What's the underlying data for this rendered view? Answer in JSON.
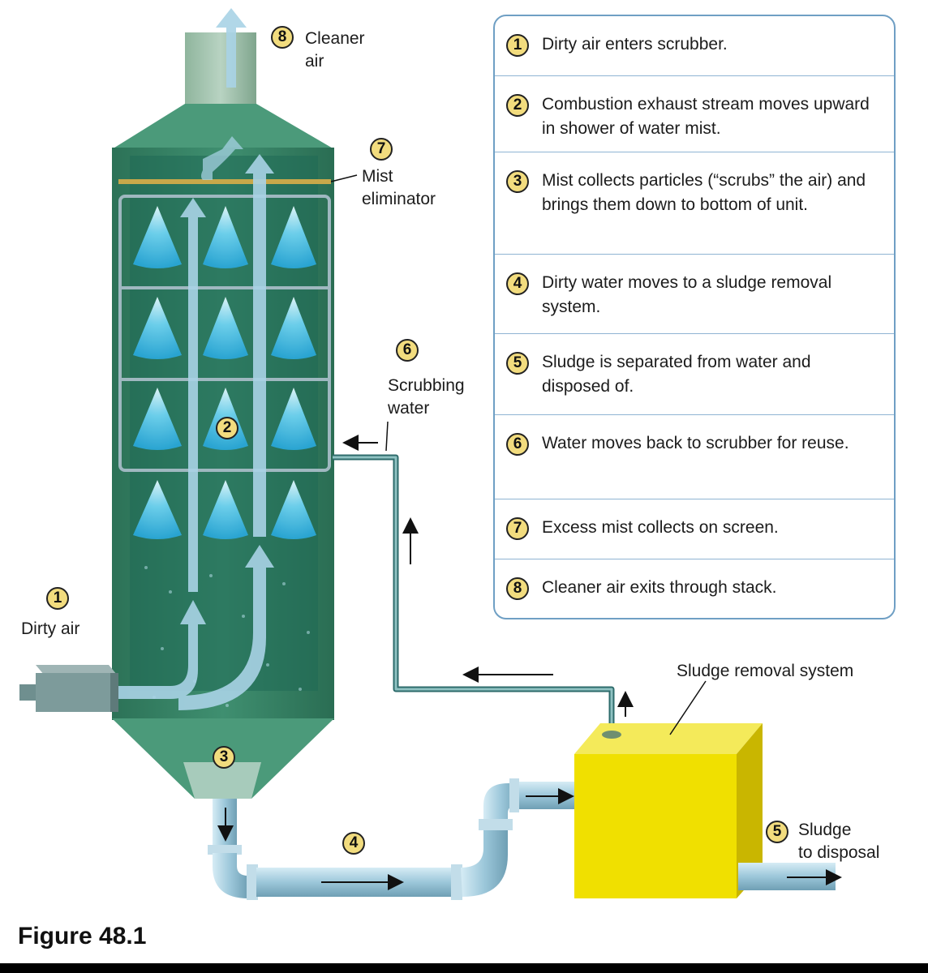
{
  "diagram": {
    "labels": {
      "cleaner_air": "Cleaner\nair",
      "mist_eliminator": "Mist\neliminator",
      "scrubbing_water": "Scrubbing\nwater",
      "dirty_air": "Dirty air",
      "sludge_removal_system": "Sludge removal system",
      "sludge_to_disposal": "Sludge\nto disposal"
    },
    "markers": {
      "m1": "1",
      "m2": "2",
      "m3": "3",
      "m4": "4",
      "m5": "5",
      "m6": "6",
      "m7": "7",
      "m8": "8"
    }
  },
  "legend": [
    {
      "num": "1",
      "text": "Dirty air enters scrubber."
    },
    {
      "num": "2",
      "text": "Combustion exhaust stream moves upward in shower of water mist."
    },
    {
      "num": "3",
      "text": "Mist collects particles (“scrubs” the air) and brings them down to bottom of unit."
    },
    {
      "num": "4",
      "text": "Dirty water moves to a sludge removal system."
    },
    {
      "num": "5",
      "text": "Sludge is separated from water and disposed of."
    },
    {
      "num": "6",
      "text": "Water moves back to scrubber for reuse."
    },
    {
      "num": "7",
      "text": "Excess mist collects on screen."
    },
    {
      "num": "8",
      "text": "Cleaner air exits through stack."
    }
  ],
  "caption": "Figure 48.1",
  "colors": {
    "tower": "#2f7a5e",
    "tower_dark": "#1e5a45",
    "mist": "#4fc3e8",
    "pipe": "#a9cfe0",
    "sludge_box": "#f2e400",
    "badge": "#f2dc7e",
    "legend_border": "#6f9fc4"
  }
}
